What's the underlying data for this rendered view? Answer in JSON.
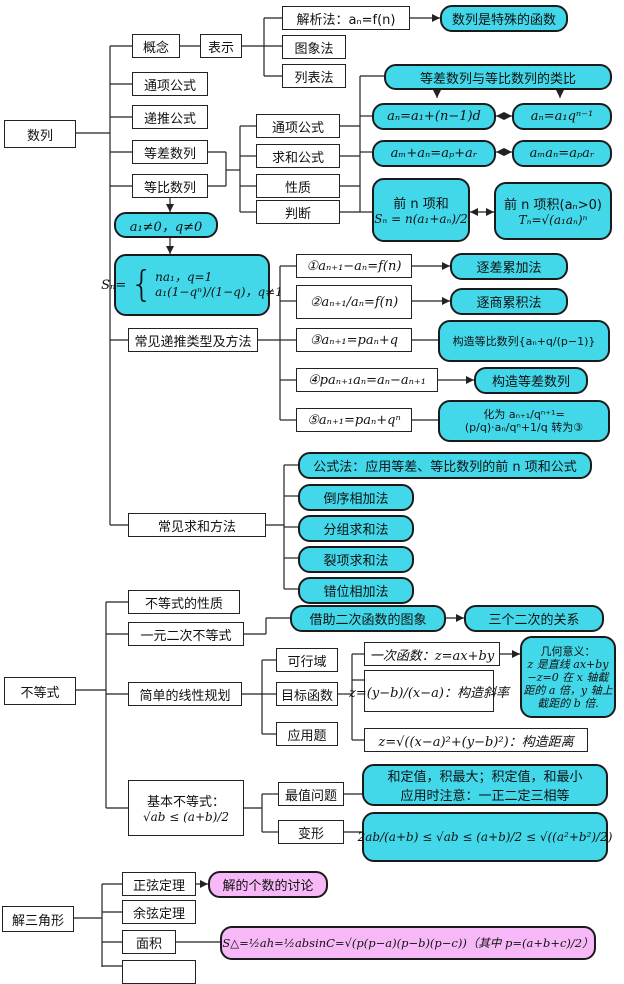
{
  "sequence": {
    "root": "数列",
    "concept": "概念",
    "represent": "表示",
    "rep_methods": [
      "解析法：aₙ=f(n)",
      "图象法",
      "列表法"
    ],
    "rep_note": "数列是特殊的函数",
    "general_term": "通项公式",
    "recursive": "递推公式",
    "arith": "等差数列",
    "geo": "等比数列",
    "props": [
      "通项公式",
      "求和公式",
      "性质",
      "判断"
    ],
    "analogy_title": "等差数列与等比数列的类比",
    "arith_term": "aₙ=a₁+(n−1)d",
    "geo_term": "aₙ=a₁qⁿ⁻¹",
    "arith_prop": "aₘ+aₙ=aₚ+aᵣ",
    "geo_prop": "aₘaₙ=aₚaᵣ",
    "arith_sum_title": "前 n 项和",
    "arith_sum": "Sₙ = n(a₁+aₙ)/2",
    "geo_prod_title": "前 n 项积(aₙ>0)",
    "geo_prod": "Tₙ=√(a₁aₙ)ⁿ",
    "condition": "a₁≠0，q≠0",
    "geo_sum_line1": "na₁，q=1",
    "geo_sum_line2": "a₁(1−qⁿ)/(1−q)，q≠1",
    "geo_sum_label": "Sₙ=",
    "rec_title": "常见递推类型及方法",
    "rec_types": [
      {
        "type": "①aₙ₊₁−aₙ=f(n)",
        "method": "逐差累加法"
      },
      {
        "type": "②aₙ₊₁/aₙ=f(n)",
        "method": "逐商累积法"
      },
      {
        "type": "③aₙ₊₁=paₙ+q",
        "method": "构造等比数列{aₙ+q/(p−1)}"
      },
      {
        "type": "④paₙ₊₁aₙ=aₙ−aₙ₊₁",
        "method": "构造等差数列"
      },
      {
        "type": "⑤aₙ₊₁=paₙ+qⁿ",
        "method": "化为 aₙ₊₁/qⁿ⁺¹=(p/q)·aₙ/qⁿ+1/q 转为③"
      }
    ],
    "sum_title": "常见求和方法",
    "sum_methods": [
      "公式法：应用等差、等比数列的前 n 项和公式",
      "倒序相加法",
      "分组求和法",
      "裂项求和法",
      "错位相加法"
    ]
  },
  "inequality": {
    "root": "不等式",
    "properties": "不等式的性质",
    "quadratic": "一元二次不等式",
    "quad_graph": "借助二次函数的图象",
    "three_quad": "三个二次的关系",
    "linear_prog": "简单的线性规划",
    "lp_items": [
      "可行域",
      "目标函数",
      "应用题"
    ],
    "linear_obj": "一次函数：z=ax+by",
    "slope_obj": "z=(y−b)/(x−a)：构造斜率",
    "dist_obj": "z=√((x−a)²+(y−b)²)：构造距离",
    "geo_meaning": [
      "几何意义：",
      "z 是直线 ax+by",
      "−z=0 在 x 轴截",
      "距的 a 倍，y 轴上",
      "截距的 b 倍."
    ],
    "basic": "基本不等式：",
    "basic_formula": "√ab ≤ (a+b)/2",
    "extreme": "最值问题",
    "extreme_note_1": "和定值，积最大；积定值，和最小",
    "extreme_note_2": "应用时注意：一正二定三相等",
    "transform": "变形",
    "transform_formula": "2ab/(a+b) ≤ √ab ≤ (a+b)/2 ≤ √((a²+b²)/2)"
  },
  "triangle": {
    "root": "解三角形",
    "sine": "正弦定理",
    "sine_note": "解的个数的讨论",
    "cosine": "余弦定理",
    "area": "面积",
    "area_formula": "S△=½ah=½absinC=√(p(p−a)(p−b)(p−c))（其中 p=(a+b+c)/2）"
  },
  "colors": {
    "cyan": "#42d8ea",
    "pink": "#f6b8f6",
    "line": "#1a1a1a"
  }
}
